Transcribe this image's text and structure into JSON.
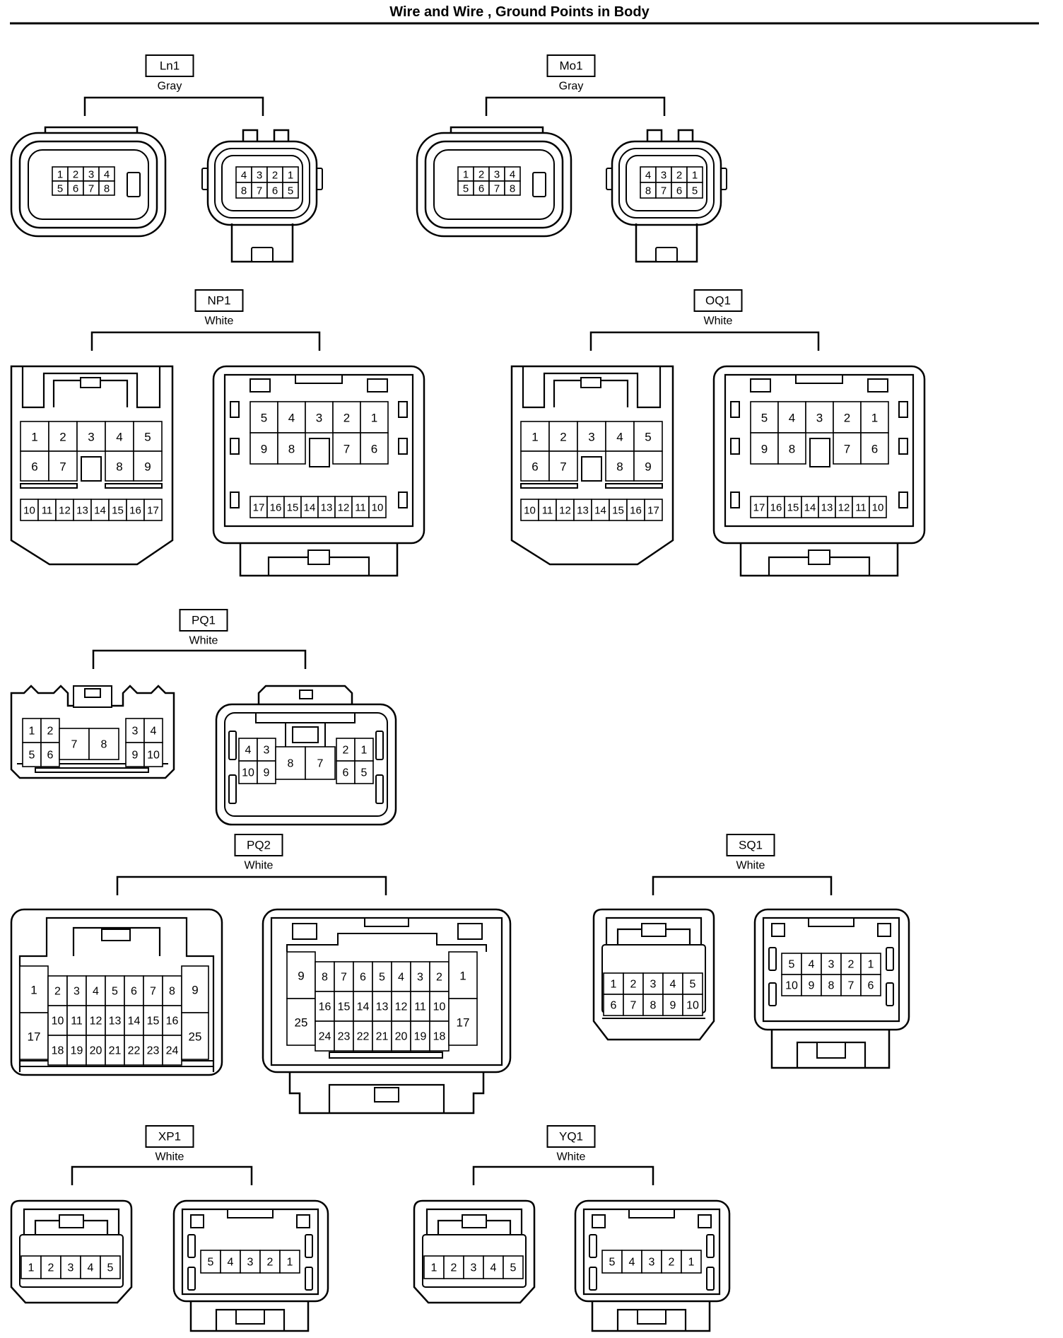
{
  "page": {
    "title": "Wire and Wire , Ground Points in Body"
  },
  "connectors": [
    {
      "id": "Ln1",
      "color": "Gray",
      "layout": "c8",
      "left": [
        [
          1,
          2,
          3,
          4
        ],
        [
          5,
          6,
          7,
          8
        ]
      ],
      "right": [
        [
          4,
          3,
          2,
          1
        ],
        [
          8,
          7,
          6,
          5
        ]
      ]
    },
    {
      "id": "Mo1",
      "color": "Gray",
      "layout": "c8",
      "left": [
        [
          1,
          2,
          3,
          4
        ],
        [
          5,
          6,
          7,
          8
        ]
      ],
      "right": [
        [
          4,
          3,
          2,
          1
        ],
        [
          8,
          7,
          6,
          5
        ]
      ]
    },
    {
      "id": "NP1",
      "color": "White",
      "layout": "c17",
      "left": [
        [
          1,
          2,
          3,
          4,
          5
        ],
        [
          6,
          7,
          8,
          9
        ],
        [
          10,
          11,
          12,
          13,
          14,
          15,
          16,
          17
        ]
      ],
      "right": [
        [
          5,
          4,
          3,
          2,
          1
        ],
        [
          9,
          8,
          7,
          6
        ],
        [
          17,
          16,
          15,
          14,
          13,
          12,
          11,
          10
        ]
      ]
    },
    {
      "id": "OQ1",
      "color": "White",
      "layout": "c17",
      "left": [
        [
          1,
          2,
          3,
          4,
          5
        ],
        [
          6,
          7,
          8,
          9
        ],
        [
          10,
          11,
          12,
          13,
          14,
          15,
          16,
          17
        ]
      ],
      "right": [
        [
          5,
          4,
          3,
          2,
          1
        ],
        [
          9,
          8,
          7,
          6
        ],
        [
          17,
          16,
          15,
          14,
          13,
          12,
          11,
          10
        ]
      ]
    },
    {
      "id": "PQ1",
      "color": "White",
      "layout": "c10",
      "left": [
        1,
        2,
        3,
        4,
        5,
        6,
        7,
        8,
        9,
        10
      ],
      "right": [
        4,
        3,
        2,
        1,
        10,
        9,
        8,
        7,
        6,
        5
      ]
    },
    {
      "id": "PQ2",
      "color": "White",
      "layout": "c25",
      "left": [
        [
          1,
          17
        ],
        [
          2,
          3,
          4,
          5,
          6,
          7,
          8
        ],
        [
          10,
          11,
          12,
          13,
          14,
          15,
          16
        ],
        [
          18,
          19,
          20,
          21,
          22,
          23,
          24
        ],
        [
          9,
          25
        ]
      ],
      "right": [
        [
          9,
          25
        ],
        [
          8,
          7,
          6,
          5,
          4,
          3,
          2
        ],
        [
          16,
          15,
          14,
          13,
          12,
          11,
          10
        ],
        [
          24,
          23,
          22,
          21,
          20,
          19,
          18
        ],
        [
          1,
          17
        ]
      ]
    },
    {
      "id": "SQ1",
      "color": "White",
      "layout": "c10s",
      "left": [
        [
          1,
          2,
          3,
          4,
          5
        ],
        [
          6,
          7,
          8,
          9,
          10
        ]
      ],
      "right": [
        [
          5,
          4,
          3,
          2,
          1
        ],
        [
          10,
          9,
          8,
          7,
          6
        ]
      ]
    },
    {
      "id": "XP1",
      "color": "White",
      "layout": "c5",
      "left": [
        1,
        2,
        3,
        4,
        5
      ],
      "right": [
        5,
        4,
        3,
        2,
        1
      ]
    },
    {
      "id": "YQ1",
      "color": "White",
      "layout": "c5",
      "left": [
        1,
        2,
        3,
        4,
        5
      ],
      "right": [
        5,
        4,
        3,
        2,
        1
      ]
    }
  ]
}
